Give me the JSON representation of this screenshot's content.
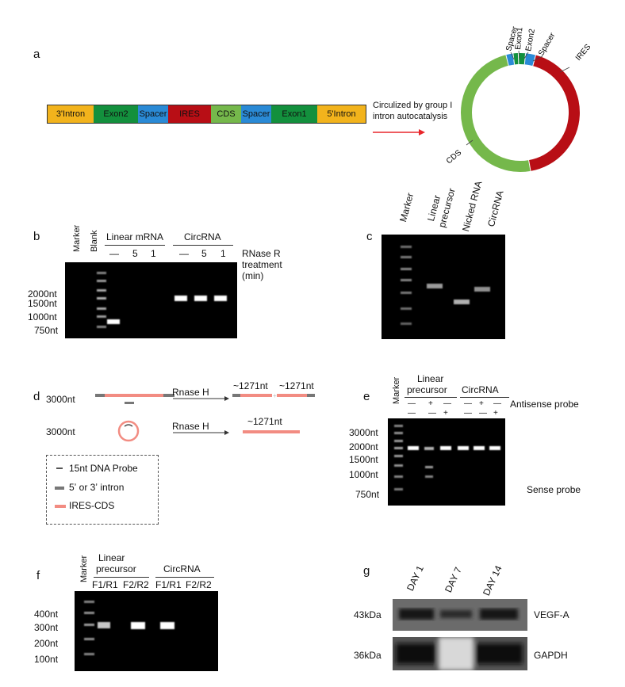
{
  "panel_a": {
    "label": "a",
    "segments": [
      {
        "text": "3'Intron",
        "color": "#F2B31C"
      },
      {
        "text": "Exon2",
        "color": "#13903D"
      },
      {
        "text": "Spacer",
        "color": "#2A8AD6"
      },
      {
        "text": "IRES",
        "color": "#B80E15"
      },
      {
        "text": "CDS",
        "color": "#75B84B"
      },
      {
        "text": "Spacer",
        "color": "#2A8AD6"
      },
      {
        "text": "Exon1",
        "color": "#13903D"
      },
      {
        "text": "5'Intron",
        "color": "#F2B31C"
      }
    ],
    "arrow_text_1": "Circulized by group I",
    "arrow_text_2": "intron autocatalysis",
    "ring_labels": {
      "spacer_left": "Spacer",
      "exon1": "Exon1",
      "exon2": "Exon2",
      "spacer_right": "Spacer",
      "ires": "IRES",
      "cds": "CDS"
    }
  },
  "panel_b": {
    "label": "b",
    "marker": "Marker",
    "blank": "Blank",
    "group1": "Linear mRNA",
    "group2": "CircRNA",
    "lanes1": [
      "—",
      "5",
      "1"
    ],
    "lanes2": [
      "—",
      "5",
      "1"
    ],
    "treat1": "RNase R",
    "treat2": "treatment",
    "treat3": "(min)",
    "sizes": [
      "2000nt",
      "1500nt",
      "1000nt",
      "750nt"
    ]
  },
  "panel_c": {
    "label": "c",
    "lanes": [
      "Marker",
      "Linear precursor",
      "Nicked RNA",
      "CircRNA"
    ],
    "lane_lines": {
      "l1a": "Linear",
      "l1b": "precursor"
    }
  },
  "panel_d": {
    "label": "d",
    "size1": "3000nt",
    "size2": "3000nt",
    "enzyme1": "Rnase H",
    "enzyme2": "Rnase H",
    "prod1a": "~1271nt",
    "prod1b": "~1271nt",
    "prod2": "~1271nt",
    "legend": [
      "15nt DNA Probe",
      "5ʼ or 3ʼ intron",
      "IRES-CDS"
    ]
  },
  "panel_e": {
    "label": "e",
    "marker": "Marker",
    "group1a": "Linear",
    "group1b": "precursor",
    "group2": "CircRNA",
    "antisense": "Antisense probe",
    "sense": "Sense probe",
    "row1": [
      "—",
      "+",
      "—",
      "—",
      "+",
      "—"
    ],
    "row2": [
      "—",
      "—",
      "+",
      "—",
      "—",
      "+"
    ],
    "sizes": [
      "3000nt",
      "2000nt",
      "1500nt",
      "1000nt",
      "750nt"
    ]
  },
  "panel_f": {
    "label": "f",
    "marker": "Marker",
    "group1a": "Linear",
    "group1b": "precursor",
    "group2": "CircRNA",
    "primers": [
      "F1/R1",
      "F2/R2",
      "F1/R1",
      "F2/R2"
    ],
    "sizes": [
      "400nt",
      "300nt",
      "200nt",
      "100nt"
    ]
  },
  "panel_g": {
    "label": "g",
    "days": [
      "DAY 1",
      "DAY 7",
      "DAY 14"
    ],
    "rows": [
      {
        "kda": "43kDa",
        "protein": "VEGF-A"
      },
      {
        "kda": "36kDa",
        "protein": "GAPDH"
      }
    ]
  },
  "colors": {
    "red": "#B80E15",
    "green": "#75B84B",
    "blue": "#2A8AD6",
    "darkgreen": "#13903D",
    "salmon": "#F28C82",
    "arrow": "#E8262B"
  }
}
